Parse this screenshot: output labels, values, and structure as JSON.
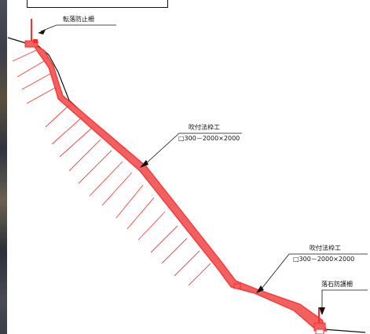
{
  "diagram": {
    "colors": {
      "structure": "#ff3b3b",
      "structure_fill": "#f05a5a",
      "ground": "#111111",
      "leader": "#111111"
    },
    "labels": {
      "fence_top": "転落防止柵",
      "frame_mid_title": "吹付法枠工",
      "frame_mid_spec": "□300－2000×2000",
      "frame_low_title": "吹付法枠工",
      "frame_low_spec": "□300－2000×2000",
      "fence_bottom": "落石防護柵"
    }
  }
}
